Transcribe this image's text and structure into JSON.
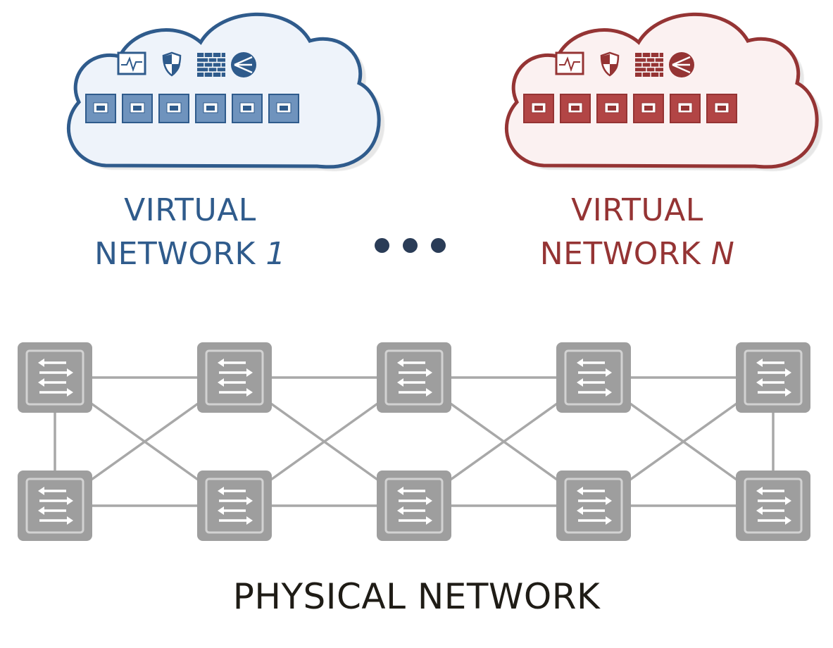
{
  "virtual_networks": [
    {
      "line1": "VIRTUAL",
      "line2": "NETWORK",
      "index": "1",
      "color": "#2f5b8c",
      "fill": "#eef3fa",
      "port_fill": "#6f93bd",
      "port_count": 6,
      "service_icons": [
        "monitor-icon",
        "shield-icon",
        "firewall-icon",
        "load-balancer-icon"
      ]
    },
    {
      "line1": "VIRTUAL",
      "line2": "NETWORK",
      "index": "N",
      "color": "#953434",
      "fill": "#fbf1f1",
      "port_fill": "#b24545",
      "port_count": 6,
      "service_icons": [
        "monitor-icon",
        "shield-icon",
        "firewall-icon",
        "load-balancer-icon"
      ]
    }
  ],
  "physical_network": {
    "label": "PHYSICAL NETWORK",
    "switch_color": "#9e9e9e",
    "switch_rows": 2,
    "switch_columns": 5,
    "link_color": "#a8a8a8"
  },
  "ellipsis_color": "#2a3c57"
}
